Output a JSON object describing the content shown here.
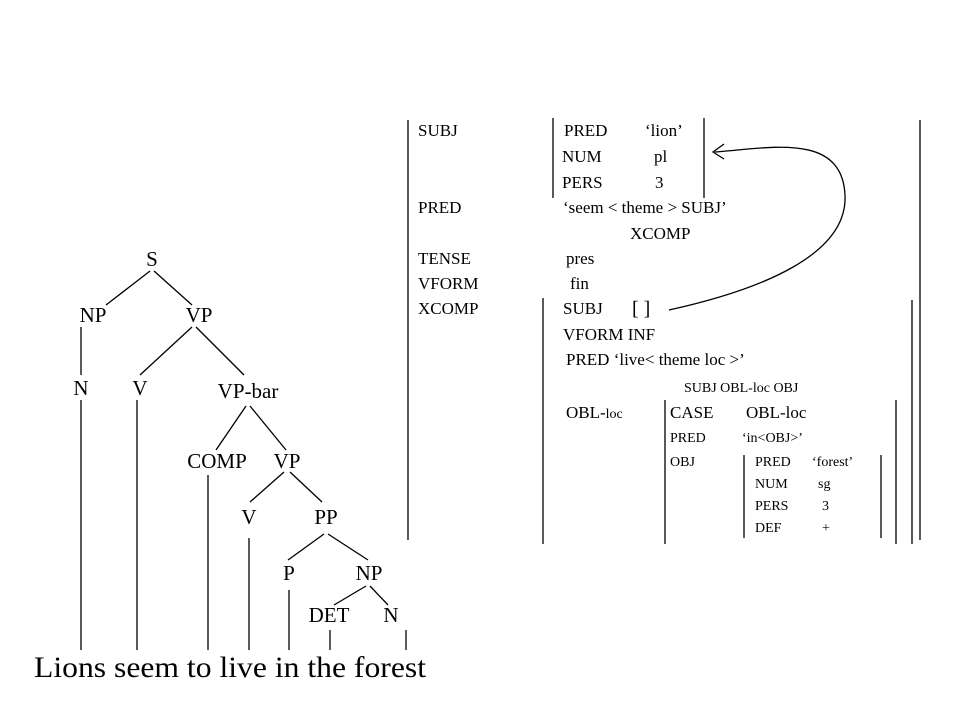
{
  "tree": {
    "nodes": {
      "s": "S",
      "np": "NP",
      "vp": "VP",
      "n": "N",
      "v": "V",
      "vp_bar": "VP-bar",
      "comp": "COMP",
      "vp2": "VP",
      "v2": "V",
      "pp": "PP",
      "p": "P",
      "np2": "NP",
      "det": "DET",
      "n2": "N"
    },
    "sentence": "Lions seem to live in the forest"
  },
  "fstructure": {
    "subj_attr": "SUBJ",
    "subj_pred_attr": "PRED",
    "subj_pred_val": "‘lion’",
    "subj_num_attr": "NUM",
    "subj_num_val": "pl",
    "subj_pers_attr": "PERS",
    "subj_pers_val": "3",
    "pred_attr": "PRED",
    "pred_val": "‘seem < theme > SUBJ’",
    "pred_val2": "XCOMP",
    "tense_attr": "TENSE",
    "tense_val": "pres",
    "vform_attr": "VFORM",
    "vform_val": "fin",
    "xcomp_attr": "XCOMP",
    "x_subj_attr": "SUBJ",
    "x_subj_val": "[  ]",
    "x_vform": "VFORM  INF",
    "x_pred": "PRED ‘live< theme   loc >’",
    "x_pred_sub": "SUBJ     OBL-loc OBJ",
    "obl_attr": "OBL-",
    "obl_attr_sub": "loc",
    "obl_case_attr": "CASE",
    "obl_case_val": "OBL-loc",
    "obl_pred_attr": "PRED",
    "obl_pred_val": "‘in<OBJ>’",
    "obl_obj_attr": "OBJ",
    "obj_pred_attr": "PRED",
    "obj_pred_val": "‘forest’",
    "obj_num_attr": "NUM",
    "obj_num_val": "sg",
    "obj_pers_attr": "PERS",
    "obj_pers_val": "3",
    "obj_def_attr": "DEF",
    "obj_def_val": "+"
  }
}
